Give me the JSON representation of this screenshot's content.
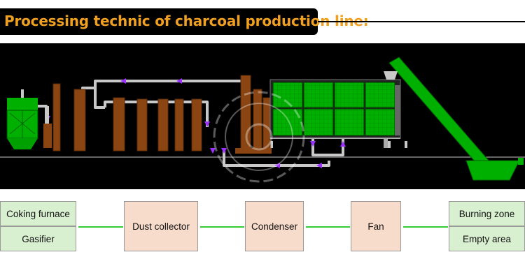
{
  "title": "Processing technic of charcoal production line:",
  "colors": {
    "title_text": "#f0a020",
    "pipe": "#c8c8c8",
    "flow_arrow": "#9b30ff",
    "tower": "#8b4513",
    "equipment_green": "#00b000",
    "flow_box_green": "#d8f0d0",
    "flow_box_peach": "#f8dccb",
    "connector": "#33cc33"
  },
  "watermark_icon": "gear-logo-icon",
  "flow": {
    "left_top": "Coking furnace",
    "left_bottom": "Gasifier",
    "dust_collector": "Dust collector",
    "condenser": "Condenser",
    "fan": "Fan",
    "right_top": "Burning zone",
    "right_bottom": "Empty area"
  }
}
